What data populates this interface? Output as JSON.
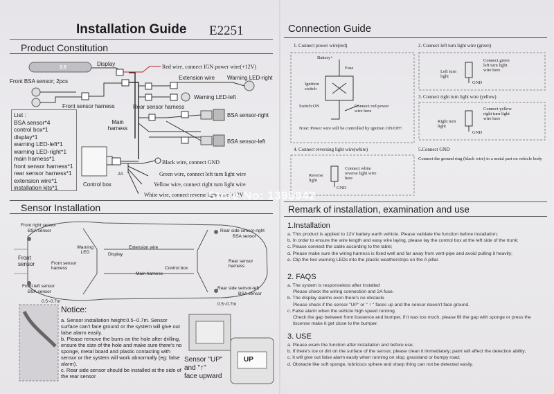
{
  "left": {
    "title": "Installation Guide",
    "model": "E2251",
    "product_heading": "Product Constitution",
    "labels": {
      "display": "Display",
      "red_wire": "Red wire, connect IGN power wire(+12V)",
      "front_bsa": "Front BSA sensor;  2pcs",
      "extension_wire": "Extension wire",
      "warning_right": "Warning LED-right",
      "front_harness": "Front sensor harness",
      "warning_left": "Warning LED-left",
      "rear_harness": "Rear sensor harness",
      "main_harness": "Main harness",
      "bsa_right": "BSA sensor-right",
      "bsa_left": "BSA sensor-left",
      "black_wire": "Black wire, connect GND",
      "green_wire": "Green wire, connect left turn light wire",
      "yellow_wire": "Yellow wire, connect right turn light wire",
      "white_wire": "White wire, connect reverse light wire(+12V)",
      "control_box": "Control box",
      "fuse_2a": "2A",
      "display_digits": "3.0"
    },
    "list": [
      "List :",
      "BSA sensor*4",
      "control box*1",
      "display*1",
      "warning LED-left*1",
      "warning LED-right*1",
      "main harness*1",
      "front sensor harness*1",
      "rear sensor harness*1",
      "extension wire*1",
      "installation kits*1"
    ],
    "sensor_heading": "Sensor Installation",
    "car_labels": {
      "front_right": "Front right sensor",
      "bsa_sensor_a": "BSA sensor",
      "rear_right": "Rear side sensor-right",
      "bsa_sensor_b": "BSA sensor",
      "front_sensor": "Front sensor",
      "warning_led": "Warning LED",
      "display": "Display",
      "extension": "Extension wire",
      "front_harness": "Front sensor harness",
      "control_box": "Control box",
      "main_harness": "Main harness",
      "rear_harness": "Rear sensor harness",
      "front_left": "Front left sensor",
      "bsa_sensor_c": "BSA sensor",
      "rear_left": "Rear side sensor-left",
      "bsa_sensor_d": "BSA sensor",
      "height_a": "0.5~0.7m",
      "height_b": "0.5~0.7m"
    },
    "notice_title": "Notice:",
    "notice_lines": [
      "a. Sensor installation height:0.5~0.7m. Sensor surface can't face ground or the system will give out false alarm easily.",
      "b. Please remove the burrs on the hole after drilling, ensure the size of the hole and make sure there's no sponge, metal board and plastic contacting with sensor or the system will work abnormally (eg: false alarm).",
      "c. Rear side sensor should be installed at the side of the rear sensor"
    ],
    "sensor_up_line1": "Sensor \"UP\"",
    "sensor_up_line2": "and \"↑\"",
    "sensor_up_line3": "face upward",
    "sensor_mark": "UP"
  },
  "right": {
    "connection_heading": "Connection Guide",
    "step1": "1. Connect power wire(red)",
    "step2": "2. Connect left turn light wire (green)",
    "step3": "3. Connect right turn light wire (yellow)",
    "step4": "4. Connect reversing light wire(white)",
    "step5": "5.Connect GND",
    "step5_desc": "Connect the ground ring (black wire) to a metal part on vehicle body",
    "battery": "Battery+",
    "fuse": "Fuse",
    "ignition_switch": "Ignition switch",
    "switch_on": "Switch:ON",
    "connect_red": "Connect red power wire here",
    "note": "Note:  Power wire will be controlled by ignition ON/OFF.",
    "left_turn_light": "Left turn light",
    "connect_green": "Connect green left turn light wire here",
    "gnd": "GND",
    "right_turn_light": "Right turn light",
    "connect_yellow": "Connect yellow right turn light wire here",
    "reverse_light": "Reverse light",
    "connect_white": "Connect white reverse light wire here",
    "remark_heading": "Remark of installation, examination and use",
    "installation_heading": "1.Installation",
    "installation_lines": [
      "a. This product is applied to 12V battery earth vehicle. Please validate the function before installation;",
      "b. In order to ensure the wire length and easy wire laying, please lay the control box at the left side of the trunk;",
      "c. Please connect the cable according to the lable;",
      "d. Please make sure the wiring harness is fixed well and far away from vent-pipe and avoid pulling it heavily;",
      "e. Clip the two warning LEDs into the plastic weatherstrips on the A pillar."
    ],
    "faqs_heading": "2. FAQS",
    "faqs_lines": [
      "a. The system is responseless after installed",
      "   Please check the wiring connection and 2A fuse.",
      "b. The display alarms even there's no obstacle",
      "   Please check if the sensor \"UP\" or \" ↑ \" faces up and the sensor doesn't face ground.",
      "c. False alarm when the vehicle high speed running",
      "   Check the gap between front licesence and bumper, if it was too much, please fill the gap with sponge or press the liscense  make it get close to the bumper."
    ],
    "use_heading": "3. USE",
    "use_lines": [
      "a. Please exam the function after installation and before use;",
      "b. If there's ice or dirt on the surface of the sensor, please clean it immediately; paint will affect the detection ability;",
      "c. It will give out false alarm easily when running on slop, grassland or bumpy road;",
      "d. Obstacle like soft sponge, lubricous sphere and sharp thing can not be detected easily."
    ]
  },
  "watermark": "Store No: 1395942"
}
